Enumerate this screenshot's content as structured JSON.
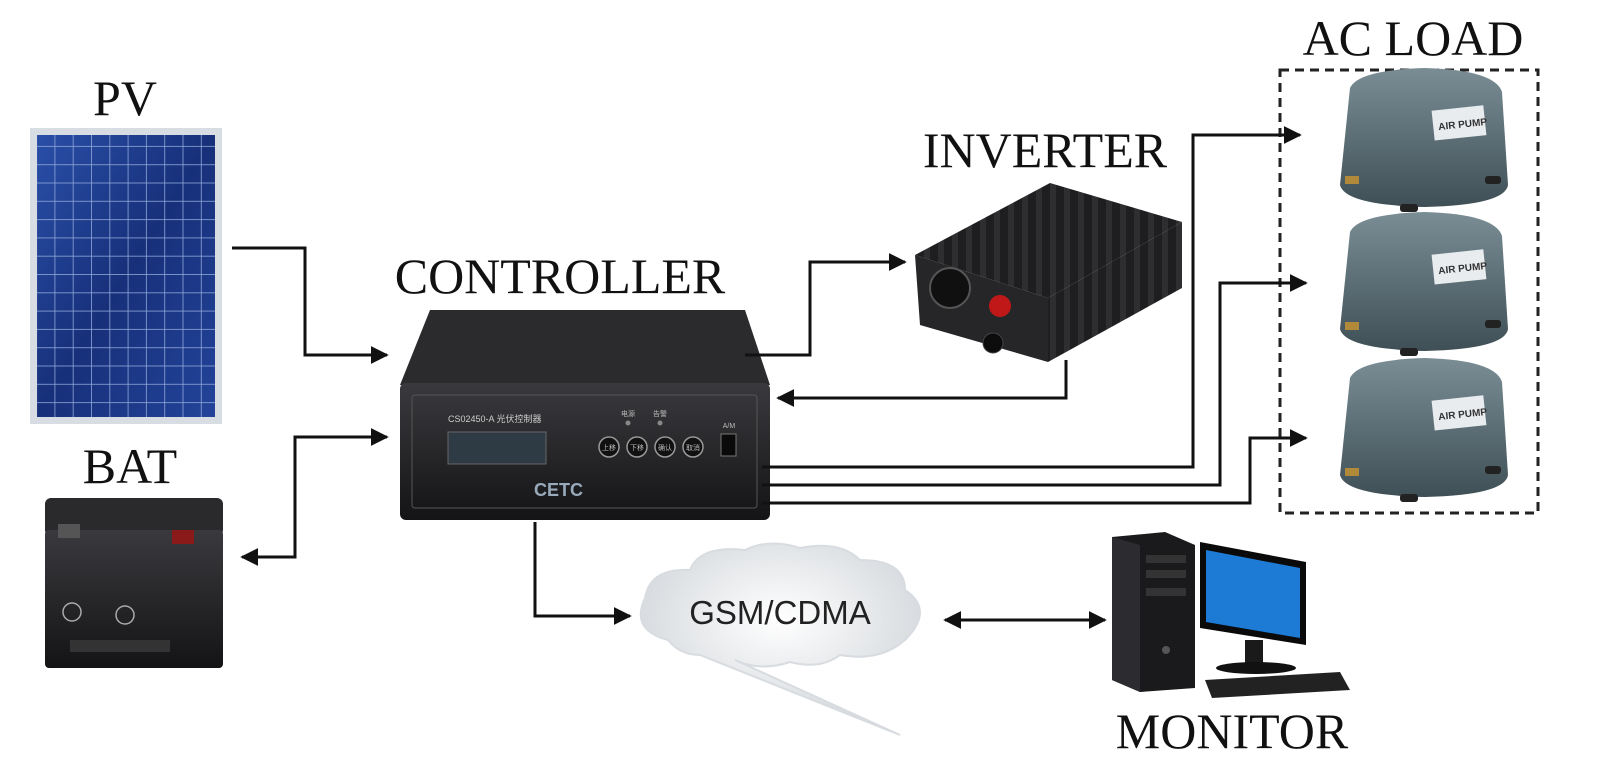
{
  "labels": {
    "pv": "PV",
    "bat": "BAT",
    "controller": "CONTROLLER",
    "inverter": "INVERTER",
    "ac_load": "AC LOAD",
    "monitor": "MONITOR",
    "network": "GSM/CDMA"
  },
  "controller_panel": {
    "model": "CS02450-A 光伏控制器",
    "brand": "CETC",
    "buttons": [
      "上移",
      "下移",
      "确认",
      "取消"
    ],
    "indicators": [
      "电源",
      "告警"
    ],
    "switch": "A/M"
  },
  "air_pump": {
    "label": "AIR PUMP"
  },
  "colors": {
    "line": "#111111",
    "panel_blue": "#1a3a8a",
    "device_dark": "#1c1c1e",
    "pump_gray": "#5f7178"
  }
}
